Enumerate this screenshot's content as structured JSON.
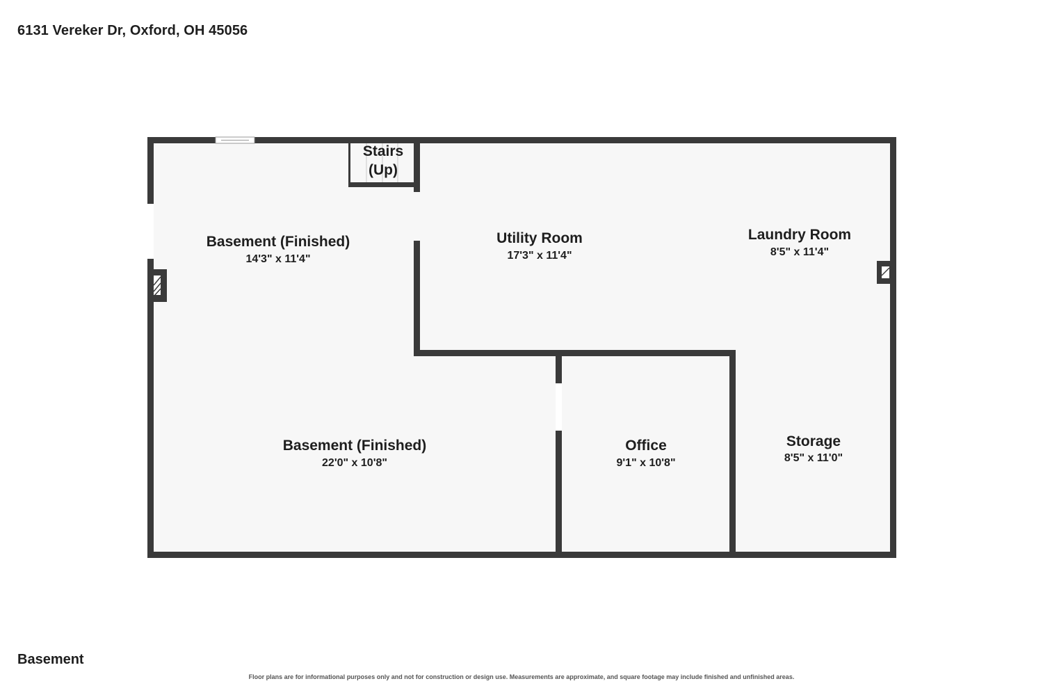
{
  "header": {
    "address": "6131 Vereker Dr, Oxford, OH 45056"
  },
  "floor": {
    "label": "Basement"
  },
  "footer": {
    "disclaimer": "Floor plans are for informational purposes only and not for construction or design use. Measurements are approximate, and square footage may include finished and unfinished areas."
  },
  "colors": {
    "wall": "#3a3a3a",
    "floor": "#f7f7f7",
    "background": "#ffffff",
    "text": "#1e1e1e"
  },
  "rooms": [
    {
      "name": "Stairs",
      "name2": "(Up)",
      "dims": ""
    },
    {
      "name": "Basement (Finished)",
      "dims": "14'3\" x 11'4\""
    },
    {
      "name": "Utility Room",
      "dims": "17'3\" x 11'4\""
    },
    {
      "name": "Laundry Room",
      "dims": "8'5\" x 11'4\""
    },
    {
      "name": "Basement (Finished)",
      "dims": "22'0\" x 10'8\""
    },
    {
      "name": "Office",
      "dims": "9'1\" x 10'8\""
    },
    {
      "name": "Storage",
      "dims": "8'5\" x 11'0\""
    }
  ]
}
